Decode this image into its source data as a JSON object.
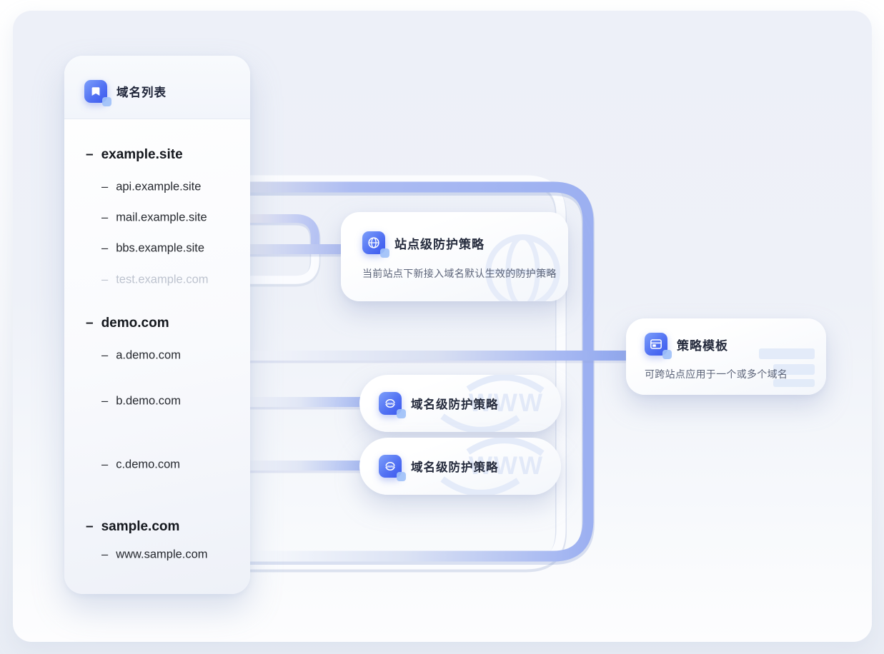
{
  "panel": {
    "title": "域名列表",
    "dash": "–",
    "icon": "bookmark-icon"
  },
  "domains": [
    {
      "label": "example.site",
      "children": [
        {
          "label": "api.example.site"
        },
        {
          "label": "mail.example.site"
        },
        {
          "label": "bbs.example.site"
        },
        {
          "label": "test.example.com",
          "muted": true
        }
      ]
    },
    {
      "label": "demo.com",
      "children": [
        {
          "label": "a.demo.com"
        },
        {
          "label": "b.demo.com"
        },
        {
          "label": "c.demo.com"
        }
      ]
    },
    {
      "label": "sample.com",
      "children": [
        {
          "label": "www.sample.com"
        }
      ]
    }
  ],
  "cards": {
    "site_policy": {
      "title": "站点级防护策略",
      "subtitle": "当前站点下新接入域名默认生效的防护策略",
      "icon": "globe-icon"
    },
    "domain_policies": [
      {
        "title": "域名级防护策略",
        "icon": "www-sync-icon",
        "watermark": "WWW"
      },
      {
        "title": "域名级防护策略",
        "icon": "www-sync-icon",
        "watermark": "WWW"
      }
    ],
    "policy_template": {
      "title": "策略模板",
      "subtitle": "可跨站点应用于一个或多个域名",
      "icon": "browser-template-icon"
    }
  },
  "icons": {
    "www_text": "www"
  },
  "colors": {
    "accent_blue": "#4a66f0",
    "icon_badge": "#a0c1f8",
    "line_active": "#9cb0f1",
    "line_inactive": "#fbfcfe",
    "muted_text": "#bdc3cf",
    "title_text": "#20263a",
    "subtitle_text": "#5b6378"
  }
}
